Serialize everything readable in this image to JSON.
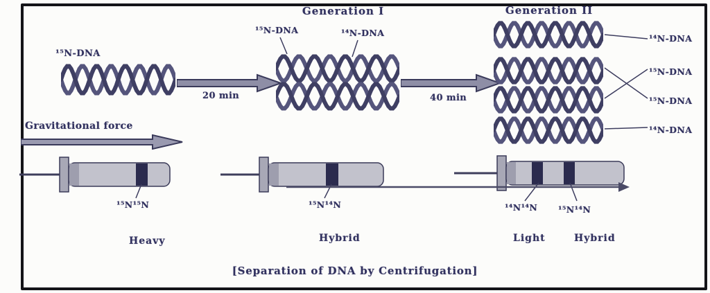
{
  "titles": {
    "generation1": "Generation I",
    "generation2": "Generation II"
  },
  "arrows": {
    "t1": "20 min",
    "t2": "40 min",
    "gravity": "Gravitational force"
  },
  "strands": {
    "parent": "¹⁵N-DNA",
    "gen1_left": "¹⁵N-DNA",
    "gen1_right": "¹⁴N-DNA",
    "gen2": [
      "¹⁴N-DNA",
      "¹⁵N-DNA",
      "¹⁵N-DNA",
      "¹⁴N-DNA"
    ]
  },
  "tubes": {
    "tube1": {
      "band": "¹⁵N¹⁵N",
      "name": "Heavy"
    },
    "tube2": {
      "band": "¹⁵N¹⁴N",
      "name": "Hybrid"
    },
    "tube3": {
      "band_left": "¹⁴N¹⁴N",
      "band_right": "¹⁵N¹⁴N",
      "name_left": "Light",
      "name_right": "Hybrid"
    }
  },
  "caption": "[Separation of DNA by Centrifugation]"
}
